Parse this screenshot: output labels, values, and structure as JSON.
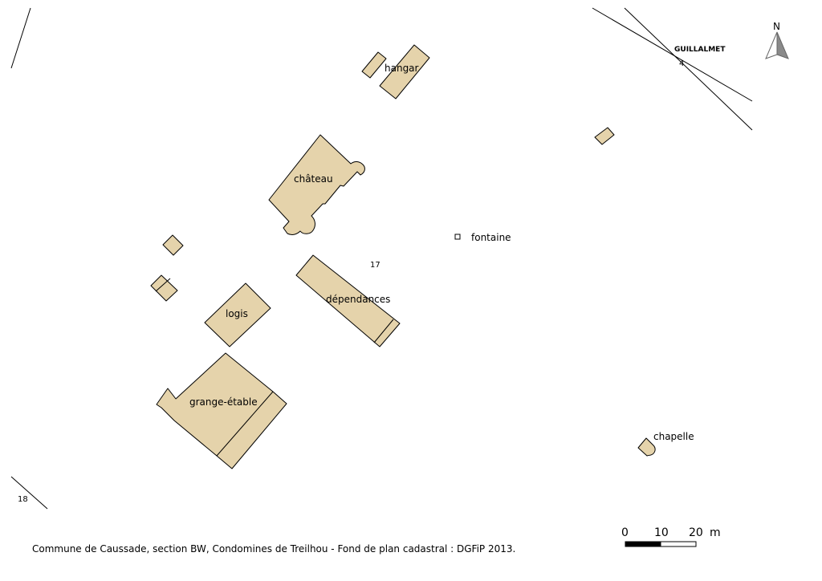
{
  "labels": {
    "hangar": "hangar",
    "chateau": "château",
    "fontaine": "fontaine",
    "parcel_17": "17",
    "dependances": "dépendances",
    "logis": "logis",
    "grange": "grange-étable",
    "chapelle": "chapelle",
    "road_name": "GUILLALMET",
    "road_number": "4",
    "parcel_18": "18"
  },
  "north_arrow": {
    "label": "N"
  },
  "scale_bar": {
    "labels": [
      "0",
      "10",
      "20"
    ],
    "unit": "m"
  },
  "caption": "Commune de Caussade, section BW, Condomines de Treilhou - Fond de plan cadastral : DGFiP 2013.",
  "colors": {
    "building_fill": "#e5d3ab",
    "outline": "#000000",
    "background": "#ffffff"
  }
}
